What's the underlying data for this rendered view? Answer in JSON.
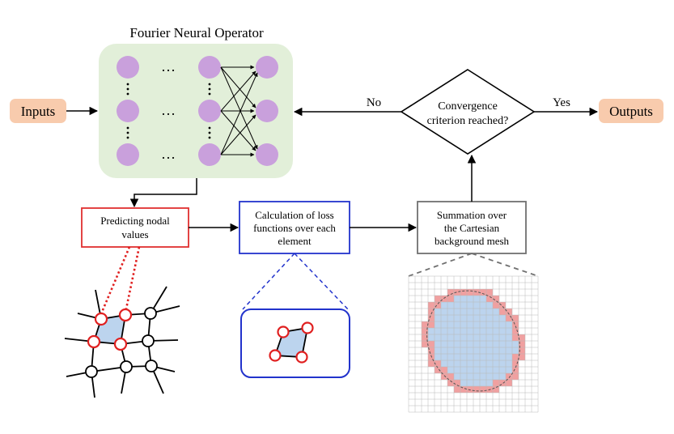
{
  "title": "Fourier Neural Operator",
  "inputs_label": "Inputs",
  "outputs_label": "Outputs",
  "decision": {
    "line1": "Convergence",
    "line2": "criterion reached?"
  },
  "no_label": "No",
  "yes_label": "Yes",
  "predict_box": {
    "line1": "Predicting nodal",
    "line2": "values"
  },
  "loss_box": {
    "line1": "Calculation of loss",
    "line2": "functions over each",
    "line3": "element"
  },
  "sum_box": {
    "line1": "Summation over",
    "line2": "the Cartesian",
    "line3": "background mesh"
  },
  "ellipsis": "…",
  "colors": {
    "pill_fill": "#f8cbad",
    "fno_panel": "#e2efd9",
    "neuron": "#c9a0dc",
    "predict_border": "#e03030",
    "loss_border": "#2233cc",
    "sum_border": "#707070",
    "node_red": "#e02020",
    "element_fill": "#bcd4ee",
    "grid_red": "#f0a0a0",
    "grid_blue": "#bcd4ee"
  }
}
